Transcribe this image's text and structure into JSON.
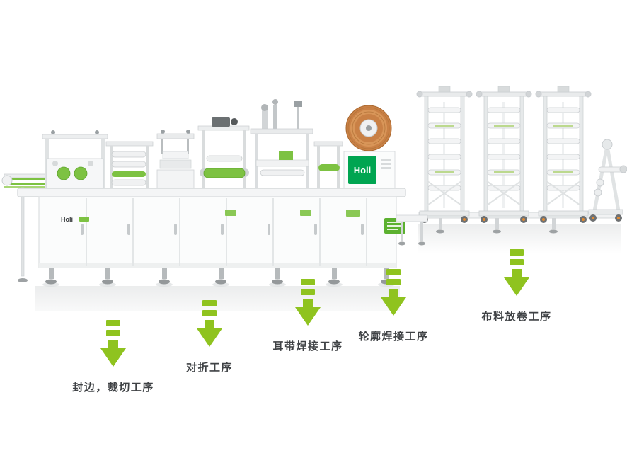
{
  "page": {
    "background": "#ffffff"
  },
  "brand": {
    "name": "Holi"
  },
  "colors": {
    "arrow_green": "#8fc31f",
    "brand_green": "#00a551",
    "roller_green": "#7dc242",
    "coil_orange": "#c98045",
    "label_color": "#3f4245"
  },
  "steps": [
    {
      "label": "封边，裁切工序"
    },
    {
      "label": "对折工序"
    },
    {
      "label": "耳带焊接工序"
    },
    {
      "label": "轮廓焊接工序"
    },
    {
      "label": "布料放卷工序"
    }
  ]
}
